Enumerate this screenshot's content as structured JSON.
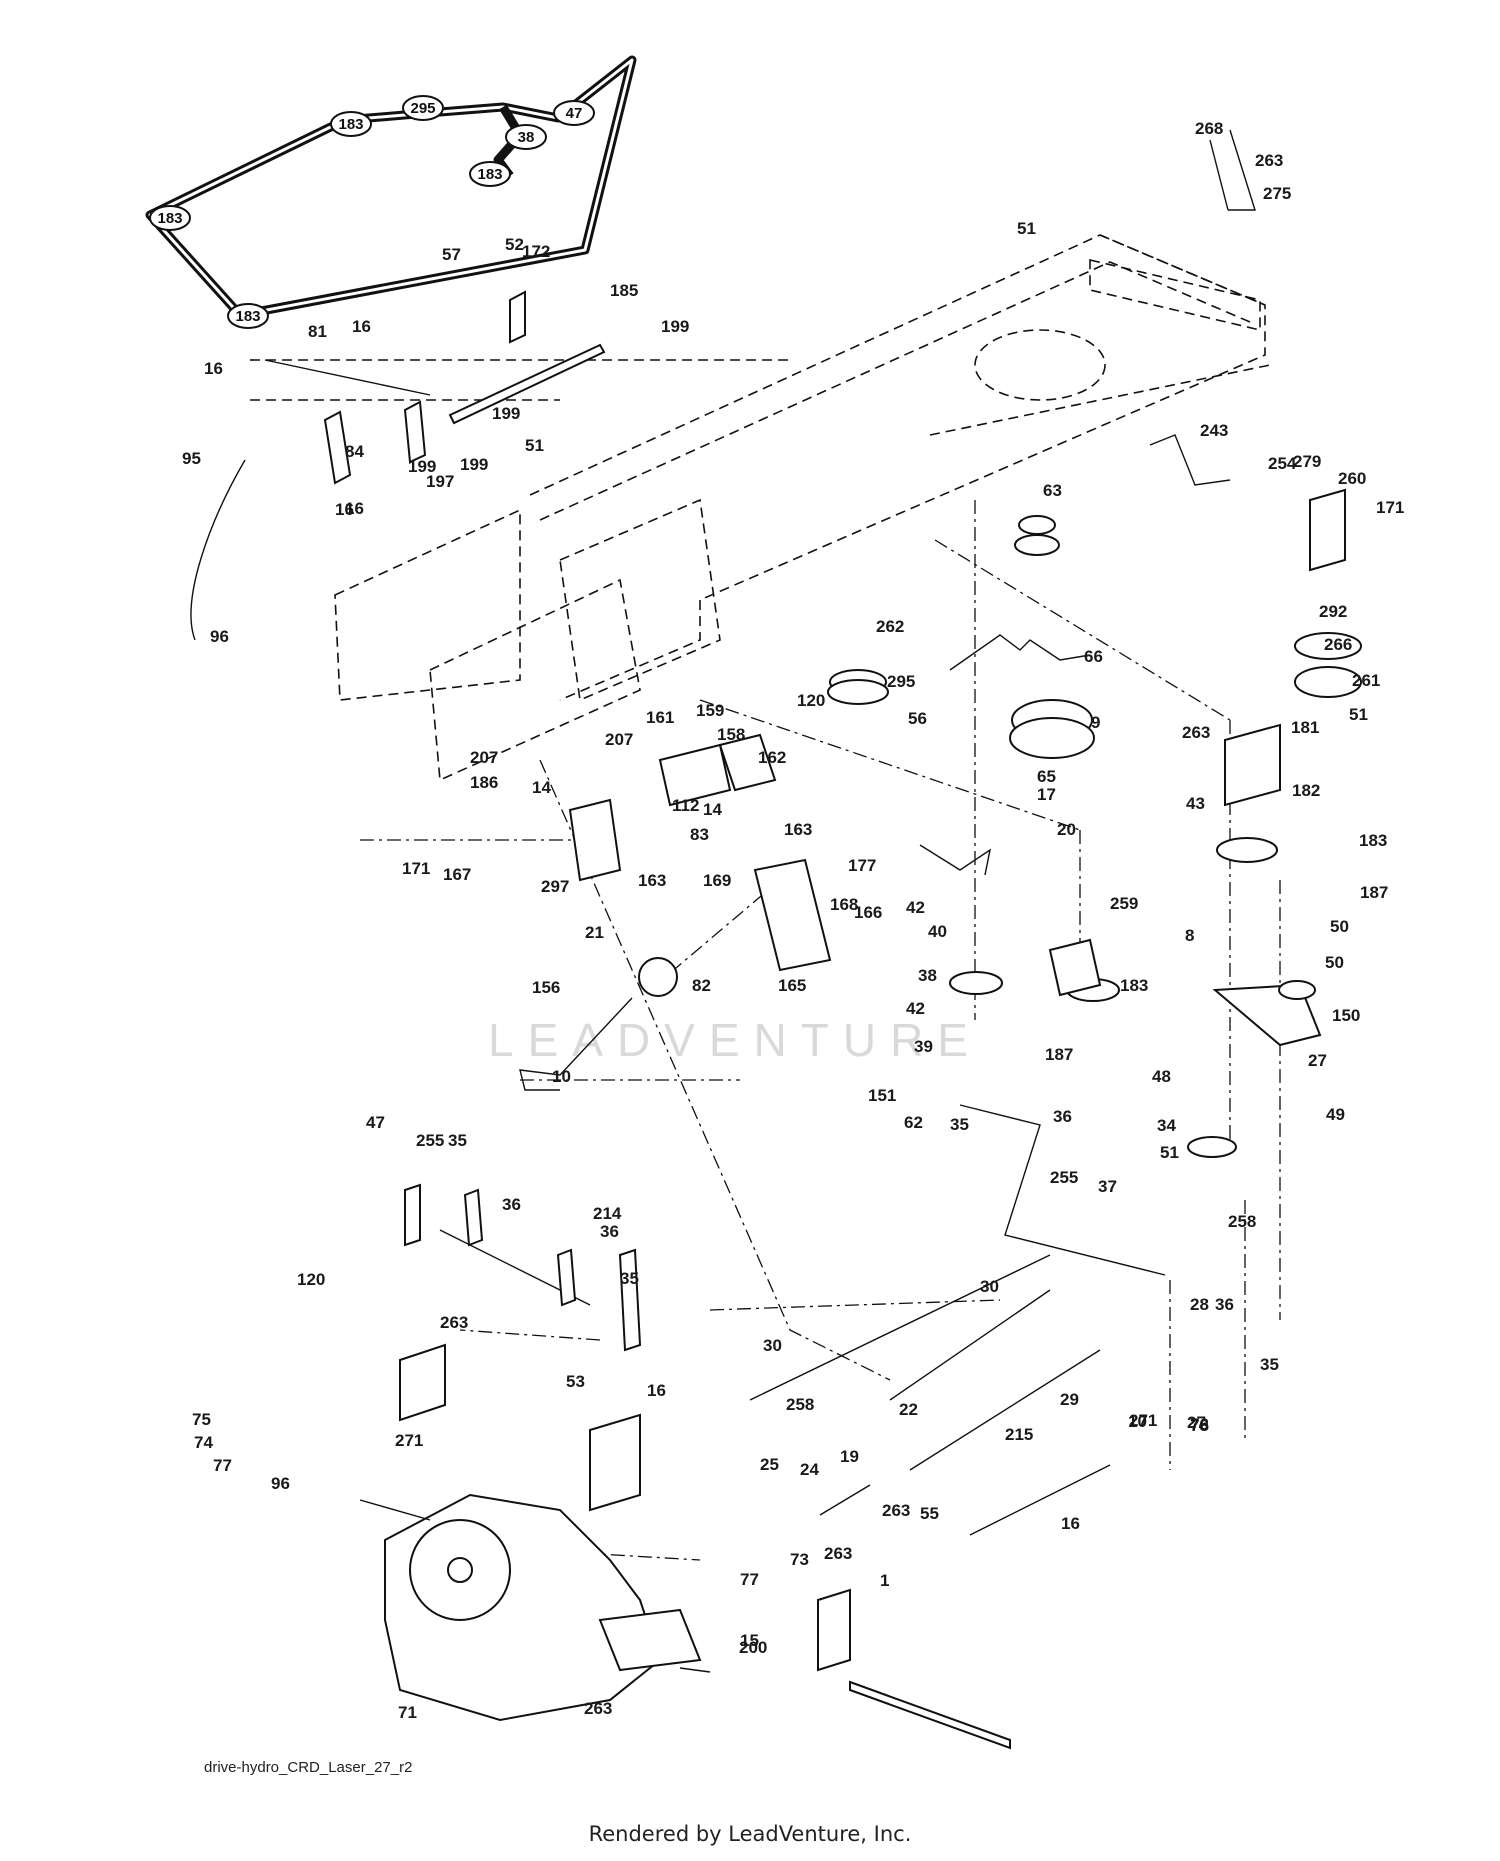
{
  "diagram": {
    "watermark": "LEADVENTURE",
    "drawing_code": "drive-hydro_CRD_Laser_27_r2",
    "rendered_by": "Rendered by LeadVenture, Inc.",
    "belt_pulley_labels": [
      "183",
      "295",
      "47",
      "38",
      "183",
      "183",
      "183"
    ],
    "callouts": [
      "57",
      "52",
      "172",
      "185",
      "199",
      "16",
      "81",
      "16",
      "16",
      "199",
      "199",
      "51",
      "84",
      "95",
      "199",
      "197",
      "16",
      "96",
      "268",
      "263",
      "275",
      "51",
      "243",
      "254",
      "279",
      "260",
      "171",
      "63",
      "262",
      "66",
      "295",
      "120",
      "56",
      "9",
      "292",
      "266",
      "261",
      "51",
      "263",
      "181",
      "65",
      "17",
      "20",
      "182",
      "43",
      "183",
      "187",
      "161",
      "159",
      "158",
      "207",
      "162",
      "207",
      "186",
      "14",
      "112",
      "14",
      "83",
      "163",
      "169",
      "171",
      "167",
      "297",
      "163",
      "177",
      "42",
      "40",
      "38",
      "42",
      "39",
      "259",
      "183",
      "187",
      "21",
      "168",
      "166",
      "82",
      "165",
      "156",
      "10",
      "8",
      "50",
      "50",
      "150",
      "48",
      "27",
      "151",
      "62",
      "35",
      "36",
      "34",
      "49",
      "51",
      "47",
      "255",
      "35",
      "36",
      "214",
      "36",
      "35",
      "255",
      "37",
      "258",
      "120",
      "263",
      "30",
      "28",
      "36",
      "35",
      "53",
      "16",
      "30",
      "258",
      "22",
      "29",
      "271",
      "10",
      "215",
      "27",
      "76",
      "78",
      "75",
      "74",
      "77",
      "96",
      "271",
      "25",
      "24",
      "19",
      "263",
      "55",
      "263",
      "16",
      "73",
      "77",
      "1",
      "15",
      "200",
      "71",
      "263"
    ]
  }
}
